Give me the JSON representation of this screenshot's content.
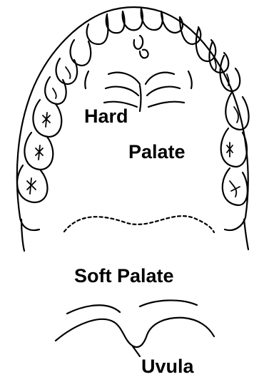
{
  "labels": {
    "hard_palate_line1": "Hard",
    "hard_palate_line2": "Palate",
    "soft_palate": "Soft Palate",
    "uvula": "Uvula"
  },
  "colors": {
    "ink": "#000000",
    "background": "#ffffff"
  }
}
